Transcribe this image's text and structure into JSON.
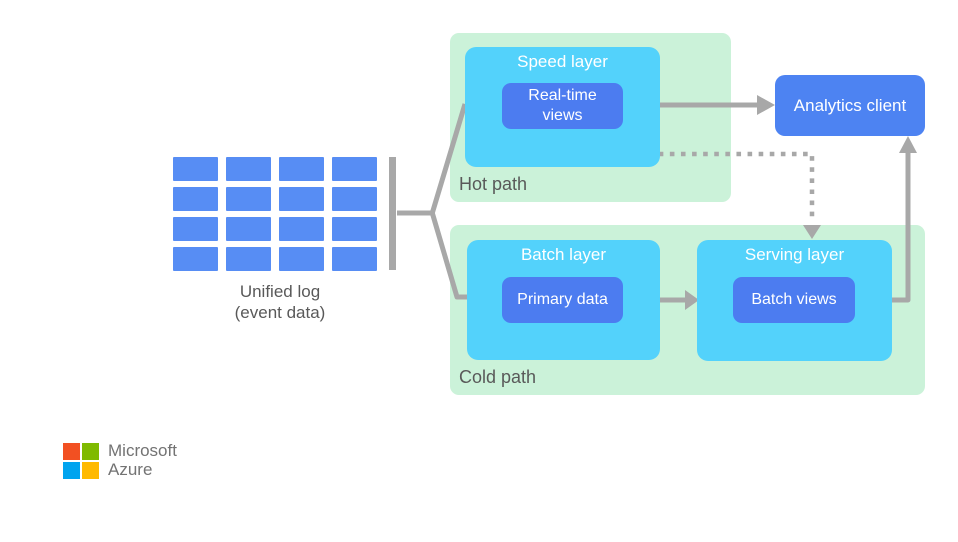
{
  "colors": {
    "path_background": "#cbf2d9",
    "layer_background": "#53d2fb",
    "inner_box_background": "#4c7cf0",
    "client_background": "#4d83f2",
    "log_cell_blue": "#578df4",
    "connector_gray": "#a8a8a8",
    "label_gray": "#595959",
    "logo_text_gray": "#737373",
    "logo_squares": [
      "#f25022",
      "#7fba00",
      "#00a4ef",
      "#ffb900"
    ]
  },
  "unified_log": {
    "label": "Unified log",
    "sublabel": "(event data)"
  },
  "hot_path": {
    "label": "Hot path",
    "speed_layer": {
      "title": "Speed layer",
      "store": "Real-time views"
    }
  },
  "cold_path": {
    "label": "Cold path",
    "batch_layer": {
      "title": "Batch layer",
      "store": "Primary data"
    },
    "serving_layer": {
      "title": "Serving layer",
      "store": "Batch views"
    }
  },
  "analytics_client": {
    "label": "Analytics client"
  },
  "branding": {
    "line1": "Microsoft",
    "line2": "Azure"
  }
}
